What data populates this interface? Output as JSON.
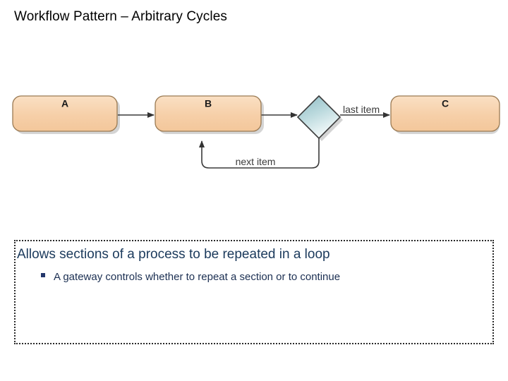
{
  "slide": {
    "title": "Workflow Pattern – Arbitrary Cycles"
  },
  "diagram": {
    "type": "bpmn-workflow",
    "colors": {
      "task_fill_light": "#FAE0C4",
      "task_fill": "#F6CFA8",
      "task_stroke": "#9A7A53",
      "gateway_fill_top": "#9CC4CB",
      "gateway_fill_bottom": "#F2F8F9",
      "gateway_stroke": "#3D3D3D",
      "connector": "#4A4A4A",
      "shadow": "#A8A8A8"
    },
    "tasks": [
      {
        "id": "a",
        "label": "A"
      },
      {
        "id": "b",
        "label": "B"
      },
      {
        "id": "c",
        "label": "C"
      }
    ],
    "gateway": {
      "id": "gw",
      "label": ""
    },
    "flows": [
      {
        "id": "a-to-b",
        "label": ""
      },
      {
        "id": "b-to-gateway",
        "label": ""
      },
      {
        "id": "gateway-to-c",
        "label": "last item"
      },
      {
        "id": "gateway-to-b",
        "label": "next item"
      }
    ]
  },
  "body": {
    "lead": "Allows sections of a process to be repeated in a loop",
    "bullet_marker": "§",
    "bullets": [
      "A gateway controls whether to repeat a section or to continue"
    ]
  }
}
